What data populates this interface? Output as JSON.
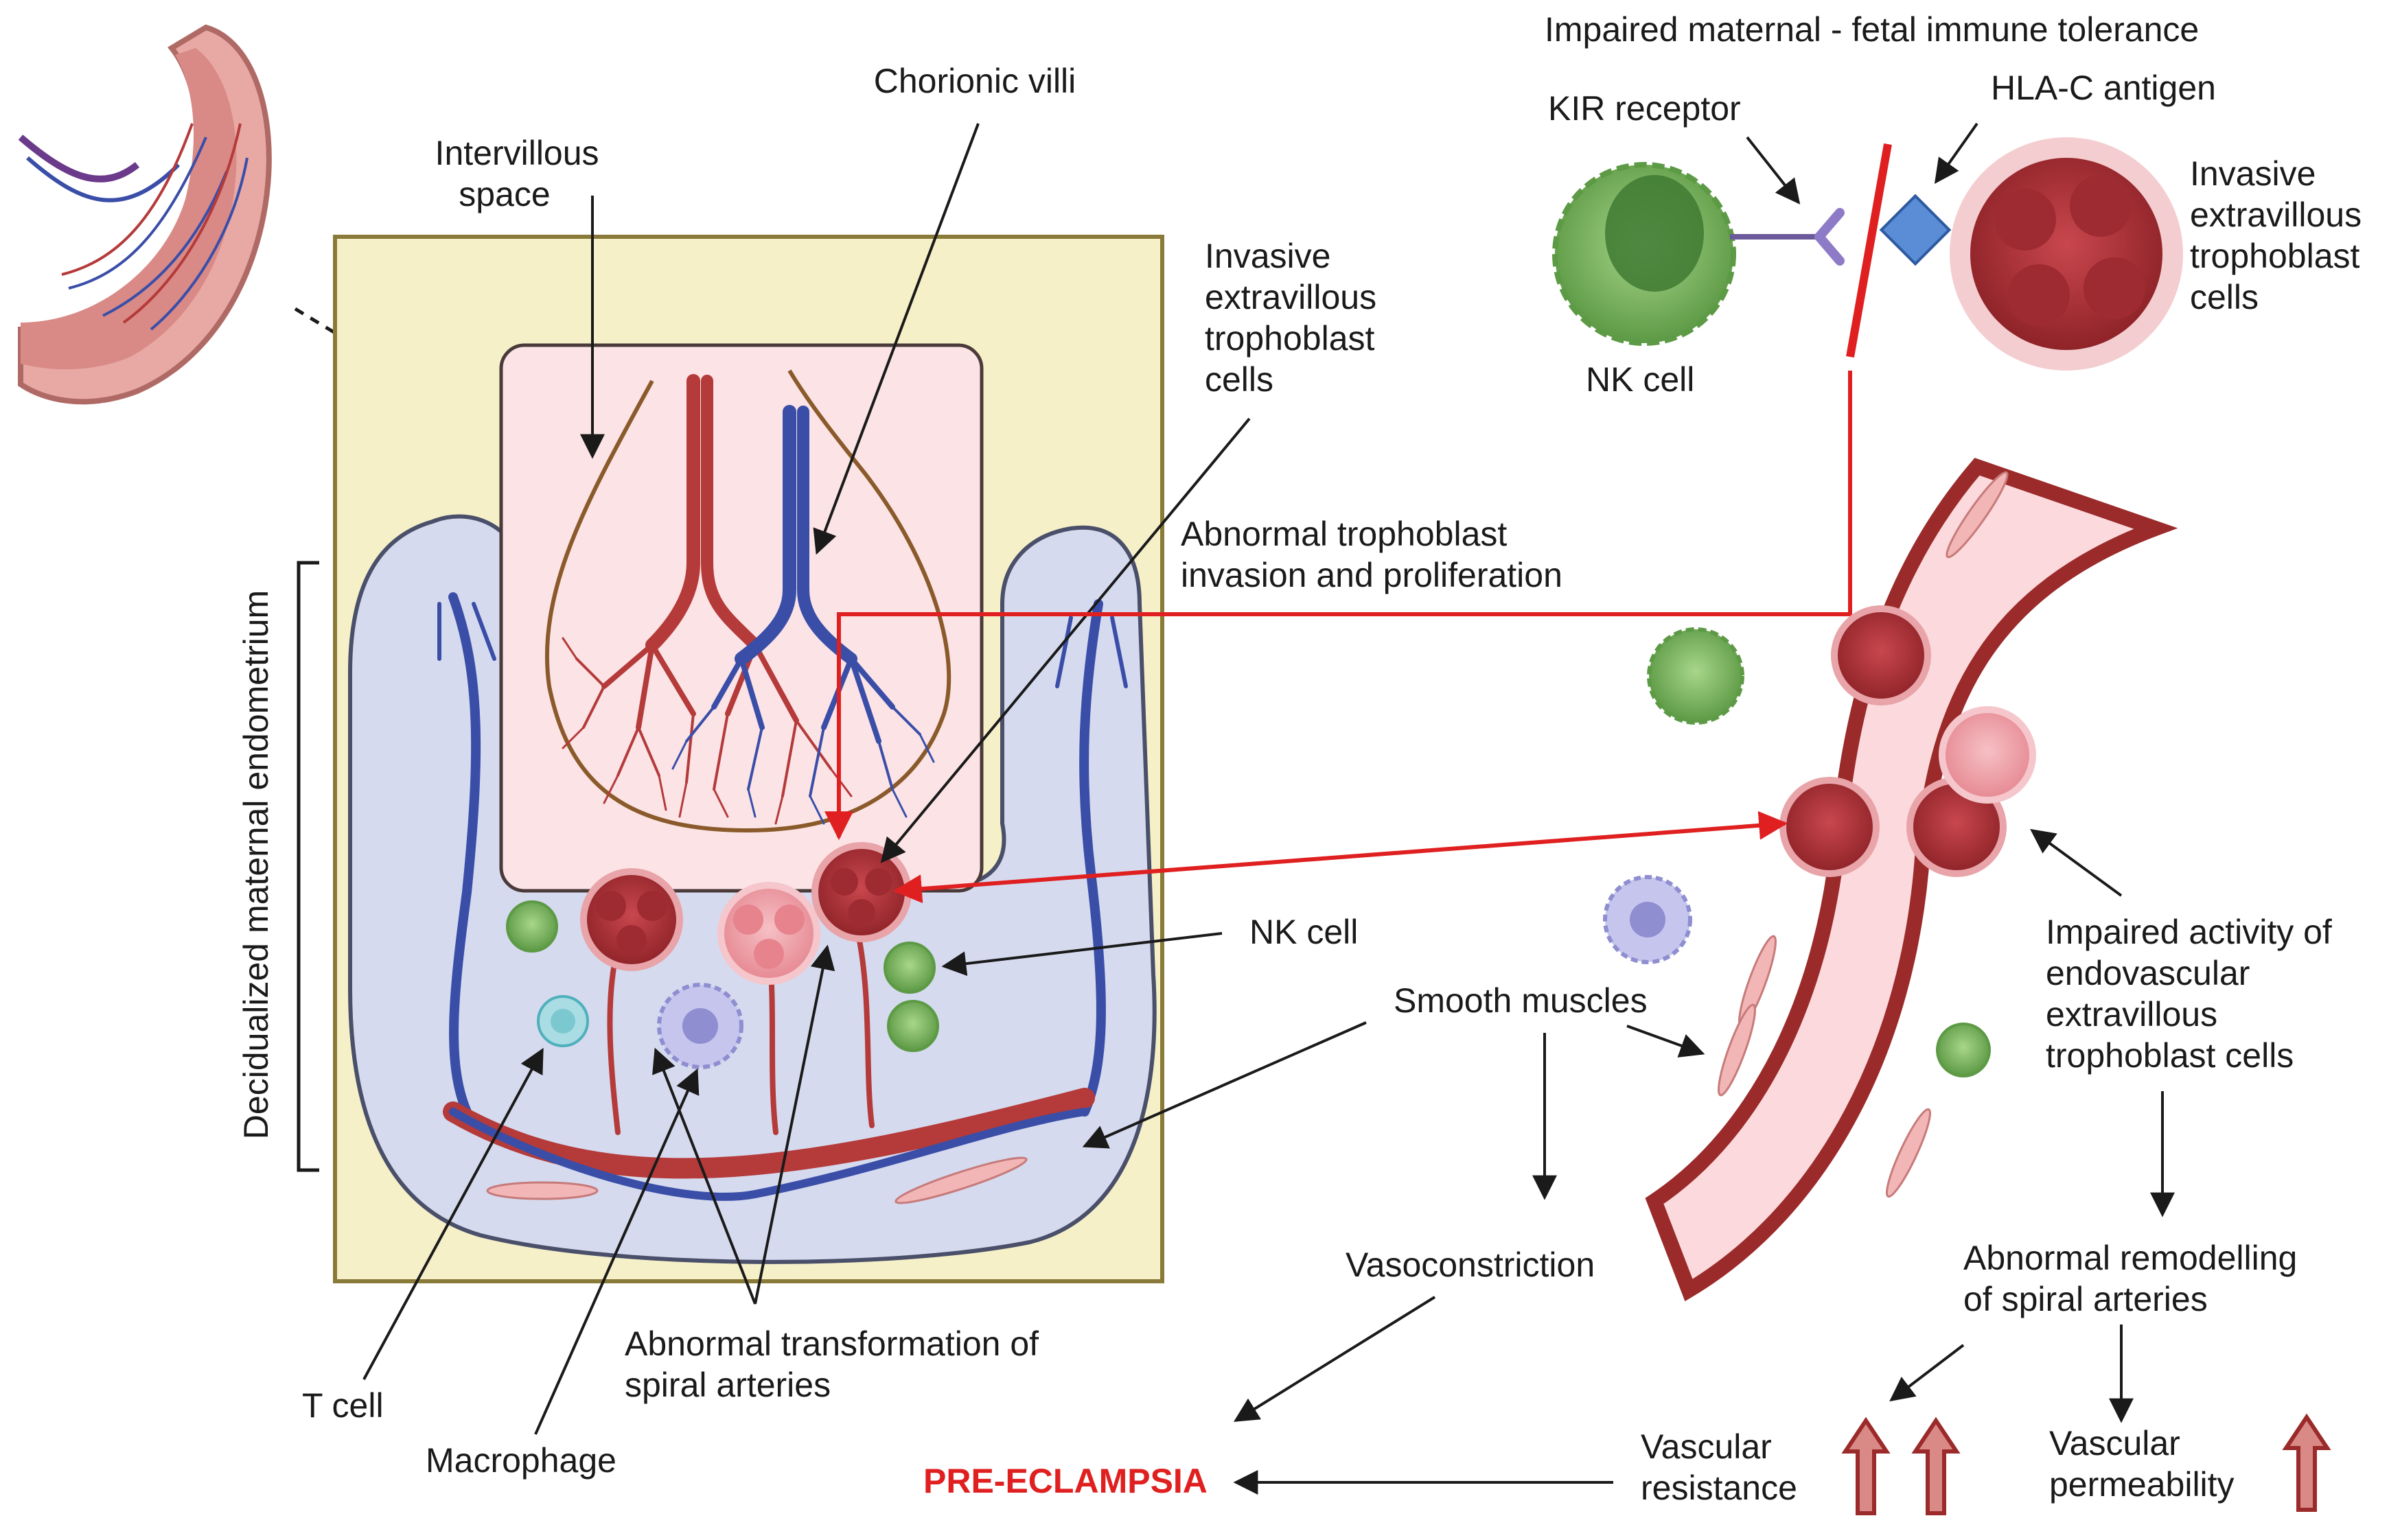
{
  "labels": {
    "intervillous_space": [
      "Intervillous",
      "space"
    ],
    "chorionic_villi": "Chorionic villi",
    "invasive_evt_left": [
      "Invasive",
      "extravillous",
      "trophoblast",
      "cells"
    ],
    "abnormal_invasion": [
      "Abnormal trophoblast",
      "invasion and proliferation"
    ],
    "decidualized_endometrium": "Decidualized maternal endometrium",
    "nk_cell_left": "NK cell",
    "smooth_muscles": "Smooth muscles",
    "t_cell": "T cell",
    "macrophage": "Macrophage",
    "abnormal_transformation": [
      "Abnormal transformation of",
      "spiral arteries"
    ],
    "vasoconstriction": "Vasoconstriction",
    "pre_eclampsia": "PRE-ECLAMPSIA",
    "immune_tolerance_title": "Impaired maternal - fetal immune tolerance",
    "kir_receptor": "KIR receptor",
    "hla_c_antigen": "HLA-C antigen",
    "nk_cell_top": "NK cell",
    "invasive_evt_right": [
      "Invasive",
      "extravillous",
      "trophoblast",
      "cells"
    ],
    "impaired_activity": [
      "Impaired activity of",
      "endovascular",
      "extravillous",
      "trophoblast cells"
    ],
    "abnormal_remodelling": [
      "Abnormal remodelling",
      "of spiral arteries"
    ],
    "vascular_resistance": [
      "Vascular",
      "resistance"
    ],
    "vascular_permeability": [
      "Vascular",
      "permeability"
    ]
  },
  "colors": {
    "box_fill": "#f5f0c8",
    "box_stroke": "#8a7a3a",
    "villi_box": "#fbe3e6",
    "endometrium": "#d5daee",
    "artery": "#b53a3a",
    "vein": "#3a4ea8",
    "trophoblast": "#b83a40",
    "trophoblast_light": "#f0a0a8",
    "nk_cell": "#6aa84f",
    "macrophage": "#a8a8e0",
    "t_cell": "#7cc8d0",
    "red_arrow": "#e02020",
    "up_arrow": "#c0392b",
    "vessel_wall": "#9b2a2a",
    "vessel_lumen": "#fbd9dc"
  }
}
